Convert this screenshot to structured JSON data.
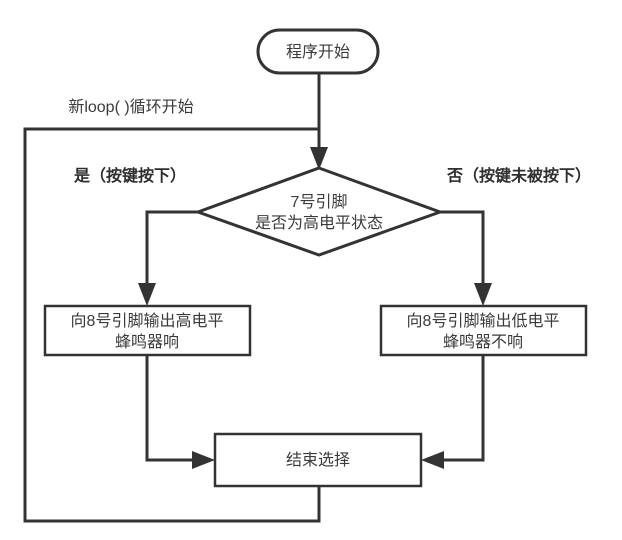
{
  "diagram": {
    "type": "flowchart",
    "orientation": "top-down",
    "background_color": "#ffffff",
    "line_color": "#333333",
    "text_color": "#3b3b3b"
  },
  "nodes": {
    "start": {
      "shape": "stadium",
      "label": "程序开始"
    },
    "decision": {
      "shape": "diamond",
      "line1": "7号引脚",
      "line2": "是否为高电平状态"
    },
    "process_yes": {
      "shape": "rectangle",
      "line1": "向8号引脚输出高电平",
      "line2": "蜂鸣器响"
    },
    "process_no": {
      "shape": "rectangle",
      "line1": "向8号引脚输出低电平",
      "line2": "蜂鸣器不响"
    },
    "end_select": {
      "shape": "rectangle",
      "label": "结束选择"
    }
  },
  "labels": {
    "loop_back": "新loop( )循环开始",
    "branch_yes": "是（按键按下）",
    "branch_no": "否（按键未被按下）"
  }
}
